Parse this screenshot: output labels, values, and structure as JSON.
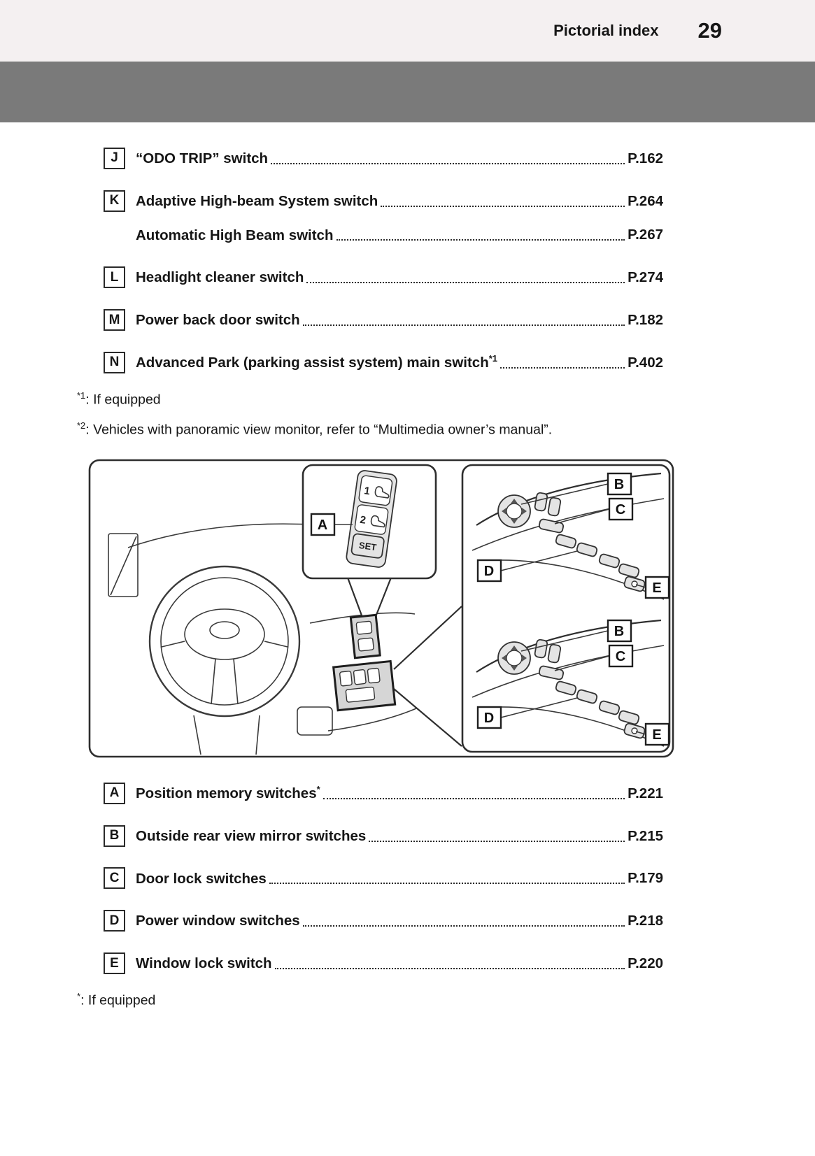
{
  "header": {
    "section_title": "Pictorial index",
    "page_number": "29"
  },
  "index_top": {
    "items": [
      {
        "letter": "J",
        "label": "“ODO TRIP” switch",
        "sup": "",
        "page": "P.162"
      },
      {
        "letter": "K",
        "label": "Adaptive High-beam System switch",
        "sup": "",
        "page": "P.264"
      },
      {
        "letter": "",
        "label": "Automatic High Beam switch",
        "sup": "",
        "page": "P.267"
      },
      {
        "letter": "L",
        "label": "Headlight cleaner switch",
        "sup": "",
        "page": "P.274"
      },
      {
        "letter": "M",
        "label": "Power back door switch",
        "sup": "",
        "page": "P.182"
      },
      {
        "letter": "N",
        "label": "Advanced Park (parking assist system) main switch",
        "sup": "*1",
        "page": "P.402"
      }
    ]
  },
  "footnotes_top": [
    {
      "marker": "*1",
      "text": ": If equipped"
    },
    {
      "marker": "*2",
      "text": ": Vehicles with panoramic view monitor, refer to “Multimedia owner’s manual”."
    }
  ],
  "diagram": {
    "labels": [
      "A",
      "B",
      "C",
      "D",
      "E"
    ],
    "inset": {
      "button1": "1",
      "button2": "2",
      "set_label": "SET"
    }
  },
  "index_bottom": {
    "items": [
      {
        "letter": "A",
        "label": "Position memory switches",
        "sup": "*",
        "page": "P.221"
      },
      {
        "letter": "B",
        "label": "Outside rear view mirror switches",
        "sup": "",
        "page": "P.215"
      },
      {
        "letter": "C",
        "label": "Door lock switches",
        "sup": "",
        "page": "P.179"
      },
      {
        "letter": "D",
        "label": "Power window switches",
        "sup": "",
        "page": "P.218"
      },
      {
        "letter": "E",
        "label": "Window lock switch",
        "sup": "",
        "page": "P.220"
      }
    ]
  },
  "footnotes_bottom": [
    {
      "marker": "*",
      "text": ": If equipped"
    }
  ]
}
